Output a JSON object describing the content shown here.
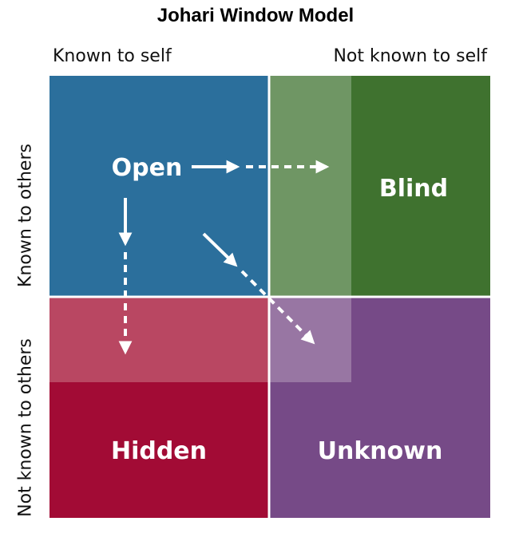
{
  "title": "Johari Window Model",
  "columns": {
    "left": "Known to self",
    "right": "Not known to self"
  },
  "rows": {
    "top": "Known to others",
    "bottom": "Not known to others"
  },
  "quadrants": {
    "open": "Open",
    "blind": "Blind",
    "hidden": "Hidden",
    "unknown": "Unknown"
  },
  "colors": {
    "open": "#2b6f9c",
    "blind": "#3f722f",
    "blind_light": "#6f9664",
    "hidden": "#a20b35",
    "hidden_light": "#b94762",
    "unknown": "#764a87",
    "unknown_light": "#9876a3",
    "divider": "#ffffff"
  }
}
